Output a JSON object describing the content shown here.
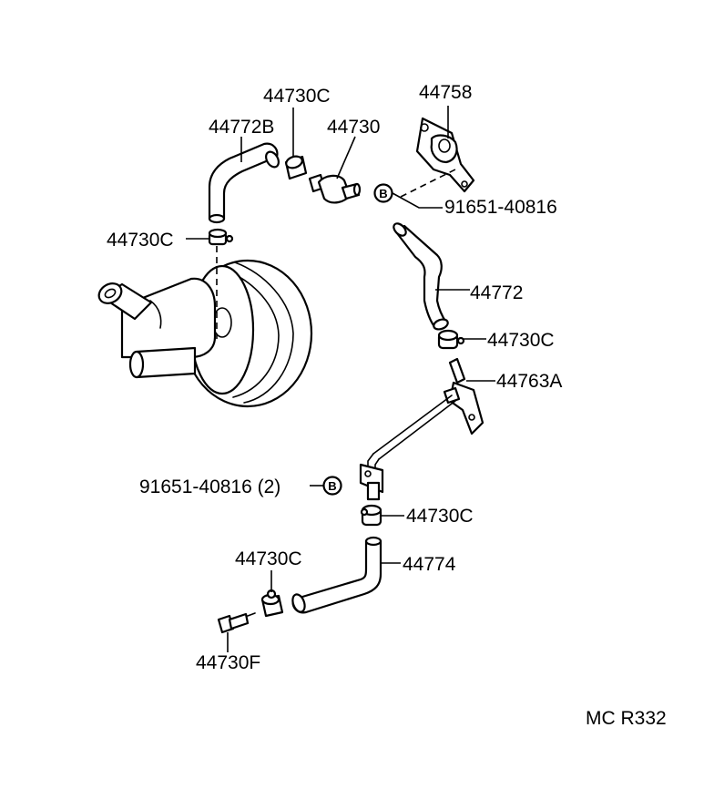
{
  "labels": {
    "p44758": "44758",
    "p44730c_top": "44730C",
    "p44772b": "44772B",
    "p44730": "44730",
    "p91651_top": "91651-40816",
    "p44730c_left": "44730C",
    "p44772": "44772",
    "p44730c_mid": "44730C",
    "p44763a": "44763A",
    "p91651_bottom": "91651-40816 (2)",
    "p44730c_low": "44730C",
    "p44774": "44774",
    "p44730c_bottom": "44730C",
    "p44730f": "44730F",
    "bolt_symbol": "B",
    "ref_code": "MC R332"
  }
}
